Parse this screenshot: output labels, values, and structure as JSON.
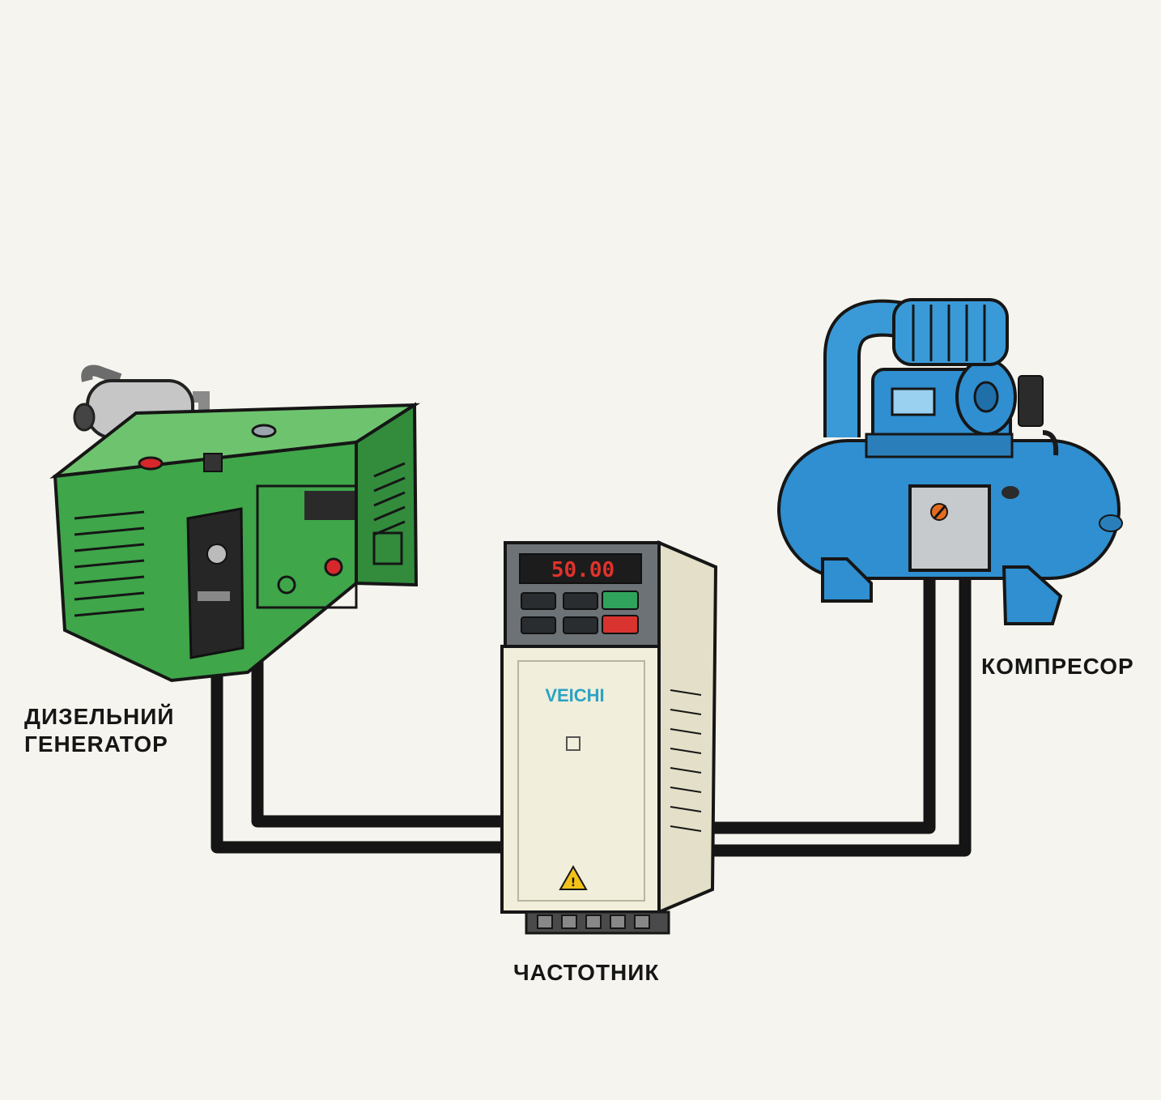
{
  "labels": {
    "generator_line1": "ДИЗЕЛЬНИЙ",
    "generator_line2": "ГЕНЕRATOР",
    "inverter": "ЧАСТОТНИК",
    "compressor": "КОМПРЕСОР"
  },
  "inverter": {
    "brand": "VEICHI",
    "display": "50.00"
  },
  "colors": {
    "background": "#f6f4ee",
    "generator_body": "#3fa64a",
    "compressor_body": "#2f8fd0",
    "inverter_body": "#f1eedb",
    "cable": "#151515",
    "brand_text": "#2aa3c4",
    "display_digits": "#e0322b"
  },
  "icons": [
    "muffler-icon",
    "warning-triangle-icon",
    "power-switch-icon",
    "pressure-switch-icon"
  ]
}
